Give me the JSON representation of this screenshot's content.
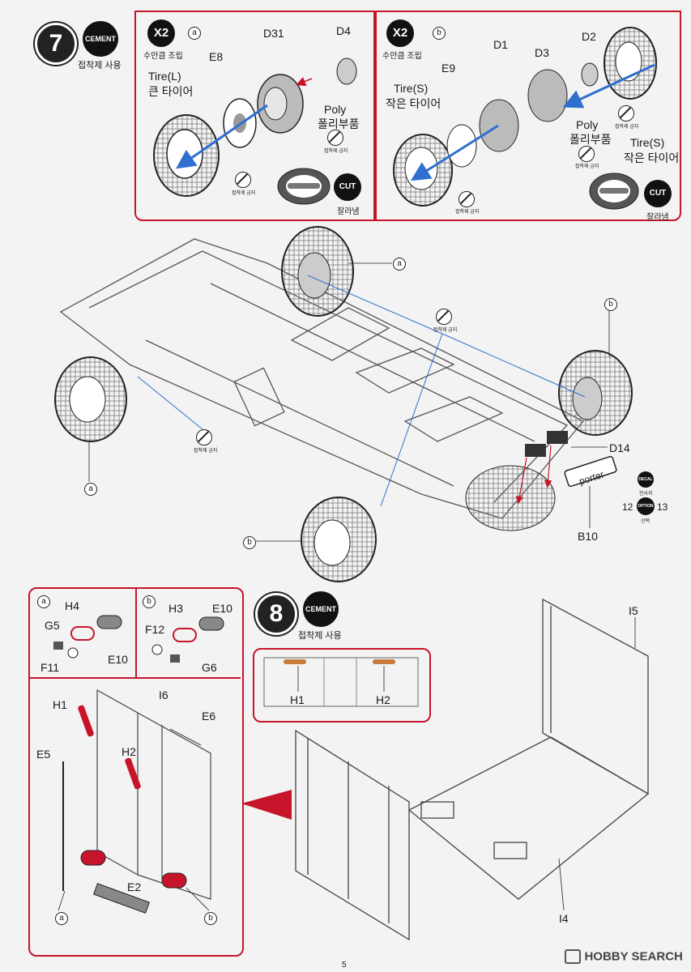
{
  "step7": {
    "number": "7",
    "cement": "CEMENT",
    "cement_caption": "접착제 사용",
    "assembly_a": {
      "multiplier": "X2",
      "caption": "수만큼 조립",
      "marker": "a",
      "parts": {
        "d31": "D31",
        "d4": "D4",
        "e8": "E8",
        "tire_l_en": "Tire(L)",
        "tire_l_kr": "큰 타이어",
        "poly_en": "Poly",
        "poly_kr": "폴리부품",
        "cut": "CUT",
        "cut_caption": "잘라냄"
      },
      "no_cement": "접착제 금지"
    },
    "assembly_b": {
      "multiplier": "X2",
      "caption": "수만큼 조립",
      "marker": "b",
      "parts": {
        "d1": "D1",
        "d2": "D2",
        "d3": "D3",
        "e9": "E9",
        "tire_s_en": "Tire(S)",
        "tire_s_kr": "작은 타이어",
        "tire_s2_en": "Tire(S)",
        "tire_s2_kr": "작은 타이어",
        "poly_en": "Poly",
        "poly_kr": "폴리부품",
        "cut": "CUT",
        "cut_caption": "잘라냄"
      },
      "no_cement": "접착제 금지"
    },
    "chassis": {
      "marker_a_top": "a",
      "marker_a_left": "a",
      "marker_b_right": "b",
      "marker_b_bottom": "b",
      "d14": "D14",
      "b10": "B10",
      "decal": "DECAL",
      "decal_caption": "전사지",
      "option": "OPTION",
      "option_caption": "선택",
      "option_left": "12",
      "option_right": "13",
      "no_cement": "접착제 금지",
      "plate_text": "porter"
    }
  },
  "step8": {
    "number": "8",
    "cement": "CEMENT",
    "cement_caption": "접착제 사용",
    "sub_a": {
      "marker": "a",
      "h4": "H4",
      "g5": "G5",
      "f11": "F11",
      "e10": "E10"
    },
    "sub_b": {
      "marker": "b",
      "h3": "H3",
      "e10": "E10",
      "f12": "F12",
      "g6": "G6"
    },
    "door_detail": {
      "h1": "H1",
      "i6": "I6",
      "e6": "E6",
      "e5": "E5",
      "h2": "H2",
      "e2": "E2",
      "marker_a": "a",
      "marker_b": "b"
    },
    "inset": {
      "h1": "H1",
      "h2": "H2"
    },
    "body": {
      "i5": "I5",
      "i4": "I4"
    }
  },
  "footer": {
    "page_number": "5",
    "watermark": "HOBBY SEARCH"
  },
  "colors": {
    "accent": "#c8142b",
    "ink": "#1a1a1a",
    "paper": "#f3f3f3",
    "arrow_blue": "#2f6fd0",
    "part_red": "#c8142b"
  }
}
